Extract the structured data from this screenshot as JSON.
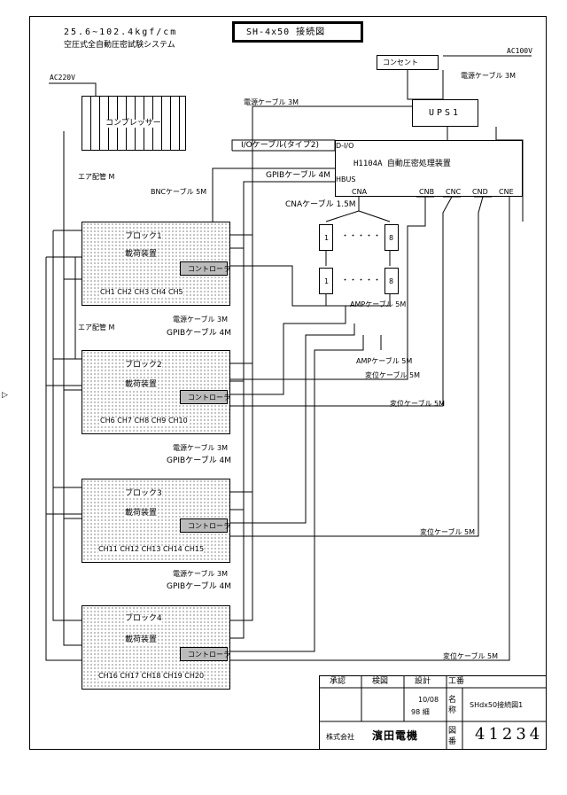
{
  "header": {
    "spec_line": "25.6~102.4kgf/cm",
    "system_name": "空圧式全自動圧密試験システム",
    "title": "SH-4x50 接続図"
  },
  "power": {
    "ac100": "AC100V",
    "ac220": "AC220V",
    "outlet": "コンセント",
    "ups": "UPS1",
    "cable_3m": "電源ケーブル 3M",
    "cable_3m_b": "電源ケーブル 3M"
  },
  "compressor": {
    "label": "コンプレッサー"
  },
  "air_pipe_1": "エア配管 M",
  "air_pipe_2": "エア配管 M",
  "bnc_cable": "BNCケーブル 5M",
  "io_cable": "I/Oケーブル(タイプ2)",
  "gpib_top": "GPIBケーブル 4M",
  "controller": {
    "tag_dio": "D-I/O",
    "tag_hbus": "HBUS",
    "name": "H1104A 自動圧密処理装置",
    "ports": [
      "CNA",
      "CNB",
      "CNC",
      "CND",
      "CNE"
    ]
  },
  "cna_cable": "CNAケーブル 1.5M",
  "amps": {
    "row1_left": "1",
    "row1_right": "8",
    "row1_dots": "・・・・・",
    "row2_left": "1",
    "row2_right": "8",
    "row2_dots": "・・・・・",
    "amp_cable_1": "AMPケーブル 5M",
    "amp_cable_2": "AMPケーブル 5M"
  },
  "blocks": [
    {
      "title": "ブロック1",
      "device": "載荷装置",
      "unit": "コントローラ",
      "channels": "CH1 CH2 CH3 CH4 CH5"
    },
    {
      "title": "ブロック2",
      "device": "載荷装置",
      "unit": "コントローラ",
      "channels": "CH6 CH7 CH8 CH9 CH10"
    },
    {
      "title": "ブロック3",
      "device": "載荷装置",
      "unit": "コントローラ",
      "channels": "CH11 CH12 CH13 CH14 CH15"
    },
    {
      "title": "ブロック4",
      "device": "載荷装置",
      "unit": "コントローラ",
      "channels": "CH16 CH17 CH18 CH19 CH20"
    }
  ],
  "between_labels": [
    {
      "power": "電源ケーブル 3M",
      "gpib": "GPIBケーブル 4M"
    },
    {
      "power": "電源ケーブル 3M",
      "gpib": "GPIBケーブル 4M"
    },
    {
      "power": "電源ケーブル 3M",
      "gpib": "GPIBケーブル 4M"
    }
  ],
  "disp_cables": [
    "変位ケーブル 5M",
    "変位ケーブル 5M",
    "変位ケーブル 5M",
    "変位ケーブル 5M"
  ],
  "power_cable_top": "電源ケーブル 3M",
  "title_block": {
    "approve": "承認",
    "inspect": "検図",
    "design": "設計",
    "work_no": "工番",
    "date": "10/08",
    "year": "98 細",
    "name_label": "名称",
    "name_value": "SHdx50接続図1",
    "company_prefix": "株式会社",
    "company": "濱田電機",
    "drawing_label": "図番",
    "drawing_no": "41234"
  },
  "margin_marker": "▷"
}
